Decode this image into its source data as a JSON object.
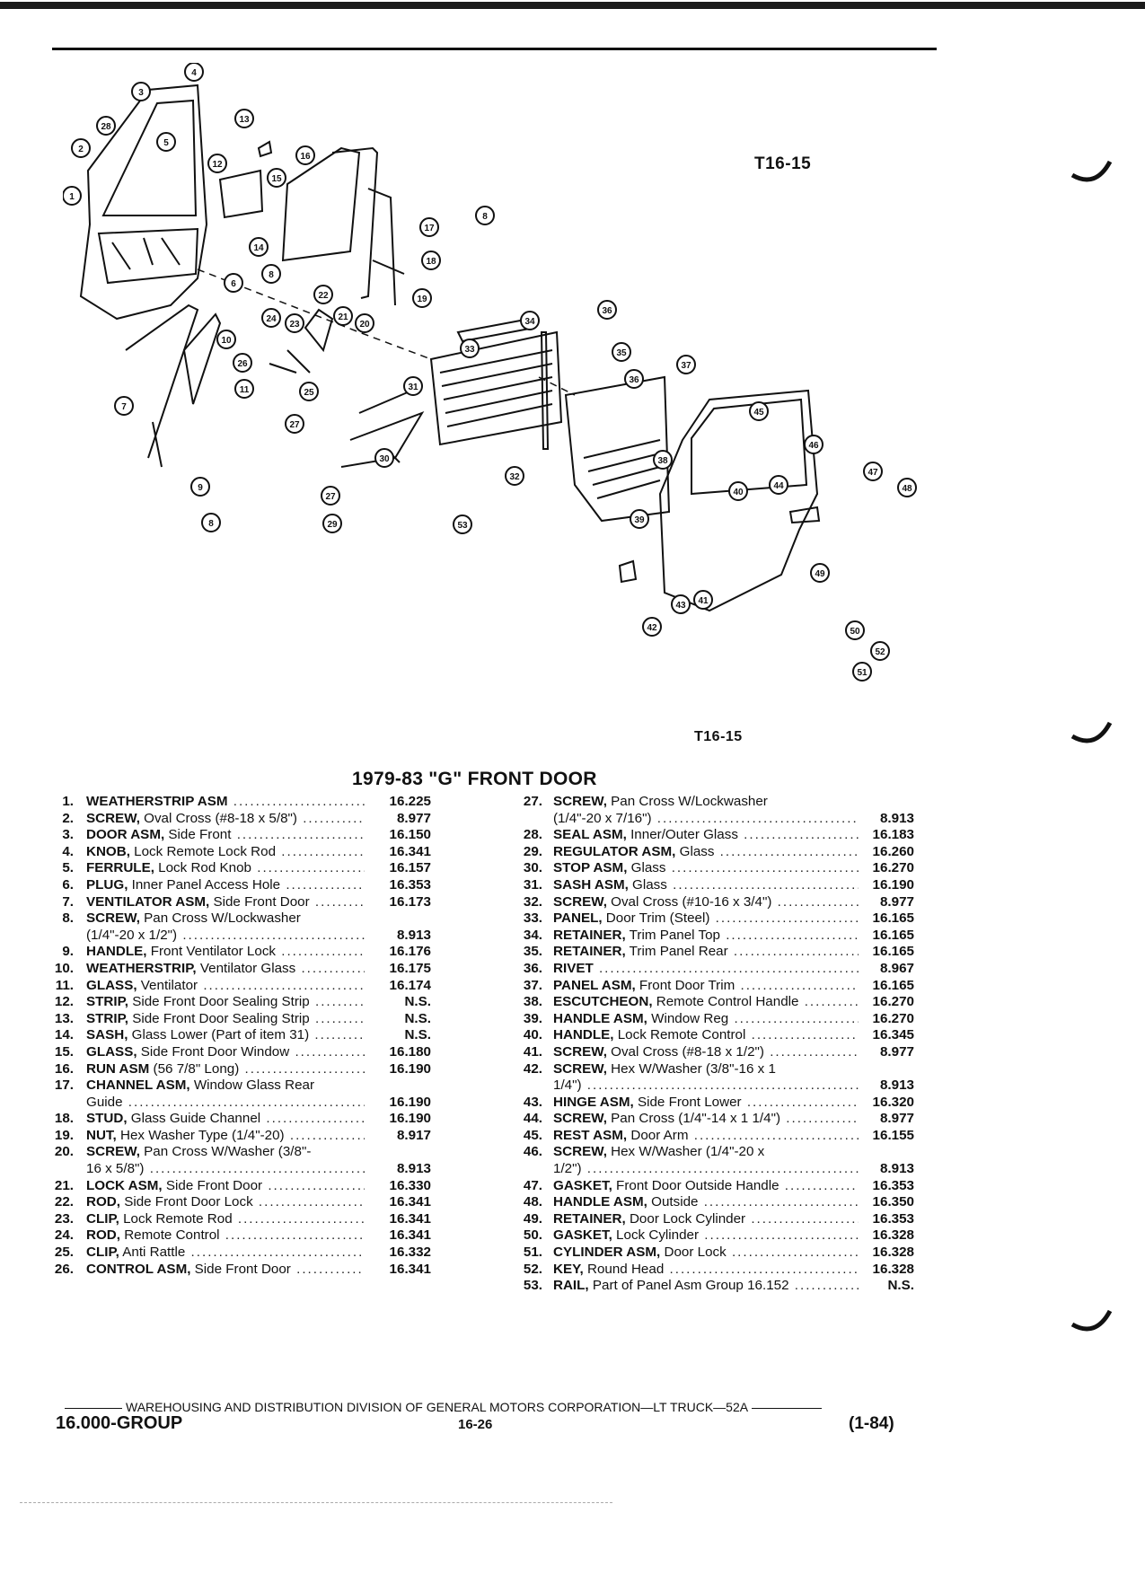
{
  "figure": {
    "code_top": "T16-15",
    "code_bottom": "T16-15",
    "callouts": [
      "1",
      "2",
      "3",
      "4",
      "5",
      "6",
      "7",
      "8",
      "9",
      "10",
      "11",
      "12",
      "13",
      "14",
      "15",
      "16",
      "17",
      "18",
      "19",
      "20",
      "21",
      "22",
      "23",
      "24",
      "25",
      "26",
      "27",
      "28",
      "29",
      "30",
      "31",
      "32",
      "33",
      "34",
      "35",
      "36",
      "37",
      "38",
      "39",
      "40",
      "41",
      "42",
      "43",
      "44",
      "45",
      "46",
      "47",
      "48",
      "49",
      "50",
      "51",
      "52",
      "53"
    ]
  },
  "title": "1979-83 \"G\" FRONT DOOR",
  "parts_left": [
    {
      "num": "1.",
      "name": "WEATHERSTRIP ASM",
      "detail": "",
      "group": "16.225"
    },
    {
      "num": "2.",
      "name": "SCREW,",
      "detail": "Oval Cross (#8-18 x 5/8\")",
      "group": "8.977"
    },
    {
      "num": "3.",
      "name": "DOOR ASM,",
      "detail": "Side Front",
      "group": "16.150"
    },
    {
      "num": "4.",
      "name": "KNOB,",
      "detail": "Lock Remote Lock Rod",
      "group": "16.341"
    },
    {
      "num": "5.",
      "name": "FERRULE,",
      "detail": "Lock Rod Knob",
      "group": "16.157"
    },
    {
      "num": "6.",
      "name": "PLUG,",
      "detail": "Inner Panel Access Hole",
      "group": "16.353"
    },
    {
      "num": "7.",
      "name": "VENTILATOR ASM,",
      "detail": "Side Front Door",
      "group": "16.173"
    },
    {
      "num": "8.",
      "name": "SCREW,",
      "detail": "Pan Cross W/Lockwasher",
      "group": ""
    },
    {
      "num": "",
      "name": "",
      "detail": "(1/4\"-20 x 1/2\")",
      "group": "8.913"
    },
    {
      "num": "9.",
      "name": "HANDLE,",
      "detail": "Front Ventilator Lock",
      "group": "16.176"
    },
    {
      "num": "10.",
      "name": "WEATHERSTRIP,",
      "detail": "Ventilator Glass",
      "group": "16.175"
    },
    {
      "num": "11.",
      "name": "GLASS,",
      "detail": "Ventilator",
      "group": "16.174"
    },
    {
      "num": "12.",
      "name": "STRIP,",
      "detail": "Side Front Door Sealing Strip",
      "group": "N.S."
    },
    {
      "num": "13.",
      "name": "STRIP,",
      "detail": "Side Front Door Sealing Strip",
      "group": "N.S."
    },
    {
      "num": "14.",
      "name": "SASH,",
      "detail": "Glass Lower (Part of item 31)",
      "group": "N.S."
    },
    {
      "num": "15.",
      "name": "GLASS,",
      "detail": "Side Front Door Window",
      "group": "16.180"
    },
    {
      "num": "16.",
      "name": "RUN ASM",
      "detail": "(56 7/8\" Long)",
      "group": "16.190"
    },
    {
      "num": "17.",
      "name": "CHANNEL ASM,",
      "detail": "Window Glass Rear",
      "group": ""
    },
    {
      "num": "",
      "name": "",
      "detail": "Guide",
      "group": "16.190"
    },
    {
      "num": "18.",
      "name": "STUD,",
      "detail": "Glass Guide Channel",
      "group": "16.190"
    },
    {
      "num": "19.",
      "name": "NUT,",
      "detail": "Hex Washer Type (1/4\"-20)",
      "group": "8.917"
    },
    {
      "num": "20.",
      "name": "SCREW,",
      "detail": "Pan Cross W/Washer (3/8\"-",
      "group": ""
    },
    {
      "num": "",
      "name": "",
      "detail": "16 x 5/8\")",
      "group": "8.913"
    },
    {
      "num": "21.",
      "name": "LOCK ASM,",
      "detail": "Side Front Door",
      "group": "16.330"
    },
    {
      "num": "22.",
      "name": "ROD,",
      "detail": "Side Front Door Lock",
      "group": "16.341"
    },
    {
      "num": "23.",
      "name": "CLIP,",
      "detail": "Lock Remote Rod",
      "group": "16.341"
    },
    {
      "num": "24.",
      "name": "ROD,",
      "detail": "Remote Control",
      "group": "16.341"
    },
    {
      "num": "25.",
      "name": "CLIP,",
      "detail": "Anti Rattle",
      "group": "16.332"
    },
    {
      "num": "26.",
      "name": "CONTROL ASM,",
      "detail": "Side Front Door",
      "group": "16.341"
    }
  ],
  "parts_right": [
    {
      "num": "27.",
      "name": "SCREW,",
      "detail": "Pan Cross W/Lockwasher",
      "group": ""
    },
    {
      "num": "",
      "name": "",
      "detail": "(1/4\"-20 x 7/16\")",
      "group": "8.913"
    },
    {
      "num": "28.",
      "name": "SEAL ASM,",
      "detail": "Inner/Outer Glass",
      "group": "16.183"
    },
    {
      "num": "29.",
      "name": "REGULATOR ASM,",
      "detail": "Glass",
      "group": "16.260"
    },
    {
      "num": "30.",
      "name": "STOP ASM,",
      "detail": "Glass",
      "group": "16.270"
    },
    {
      "num": "31.",
      "name": "SASH ASM,",
      "detail": "Glass",
      "group": "16.190"
    },
    {
      "num": "32.",
      "name": "SCREW,",
      "detail": "Oval Cross (#10-16 x 3/4\")",
      "group": "8.977"
    },
    {
      "num": "33.",
      "name": "PANEL,",
      "detail": "Door Trim (Steel)",
      "group": "16.165"
    },
    {
      "num": "34.",
      "name": "RETAINER,",
      "detail": "Trim Panel Top",
      "group": "16.165"
    },
    {
      "num": "35.",
      "name": "RETAINER,",
      "detail": "Trim Panel Rear",
      "group": "16.165"
    },
    {
      "num": "36.",
      "name": "RIVET",
      "detail": "",
      "group": "8.967"
    },
    {
      "num": "37.",
      "name": "PANEL ASM,",
      "detail": "Front Door Trim",
      "group": "16.165"
    },
    {
      "num": "38.",
      "name": "ESCUTCHEON,",
      "detail": "Remote Control Handle",
      "group": "16.270"
    },
    {
      "num": "39.",
      "name": "HANDLE ASM,",
      "detail": "Window Reg",
      "group": "16.270"
    },
    {
      "num": "40.",
      "name": "HANDLE,",
      "detail": "Lock Remote Control",
      "group": "16.345"
    },
    {
      "num": "41.",
      "name": "SCREW,",
      "detail": "Oval Cross (#8-18 x 1/2\")",
      "group": "8.977"
    },
    {
      "num": "42.",
      "name": "SCREW,",
      "detail": "Hex W/Washer (3/8\"-16 x 1",
      "group": ""
    },
    {
      "num": "",
      "name": "",
      "detail": "1/4\")",
      "group": "8.913"
    },
    {
      "num": "43.",
      "name": "HINGE ASM,",
      "detail": "Side Front Lower",
      "group": "16.320"
    },
    {
      "num": "44.",
      "name": "SCREW,",
      "detail": "Pan Cross (1/4\"-14 x 1 1/4\")",
      "group": "8.977"
    },
    {
      "num": "45.",
      "name": "REST ASM,",
      "detail": "Door Arm",
      "group": "16.155"
    },
    {
      "num": "46.",
      "name": "SCREW,",
      "detail": "Hex W/Washer (1/4\"-20 x",
      "group": ""
    },
    {
      "num": "",
      "name": "",
      "detail": "1/2\")",
      "group": "8.913"
    },
    {
      "num": "47.",
      "name": "GASKET,",
      "detail": "Front Door Outside Handle",
      "group": "16.353"
    },
    {
      "num": "48.",
      "name": "HANDLE ASM,",
      "detail": "Outside",
      "group": "16.350"
    },
    {
      "num": "49.",
      "name": "RETAINER,",
      "detail": "Door Lock Cylinder",
      "group": "16.353"
    },
    {
      "num": "50.",
      "name": "GASKET,",
      "detail": "Lock Cylinder",
      "group": "16.328"
    },
    {
      "num": "51.",
      "name": "CYLINDER ASM,",
      "detail": "Door Lock",
      "group": "16.328"
    },
    {
      "num": "52.",
      "name": "KEY,",
      "detail": "Round Head",
      "group": "16.328"
    },
    {
      "num": "53.",
      "name": "RAIL,",
      "detail": "Part of Panel Asm Group 16.152",
      "group": "N.S."
    }
  ],
  "footer": {
    "publisher": "WAREHOUSING AND DISTRIBUTION  DIVISION OF GENERAL MOTORS CORPORATION—LT TRUCK—52A",
    "group": "16.000-GROUP",
    "page": "16-26",
    "date": "(1-84)"
  }
}
